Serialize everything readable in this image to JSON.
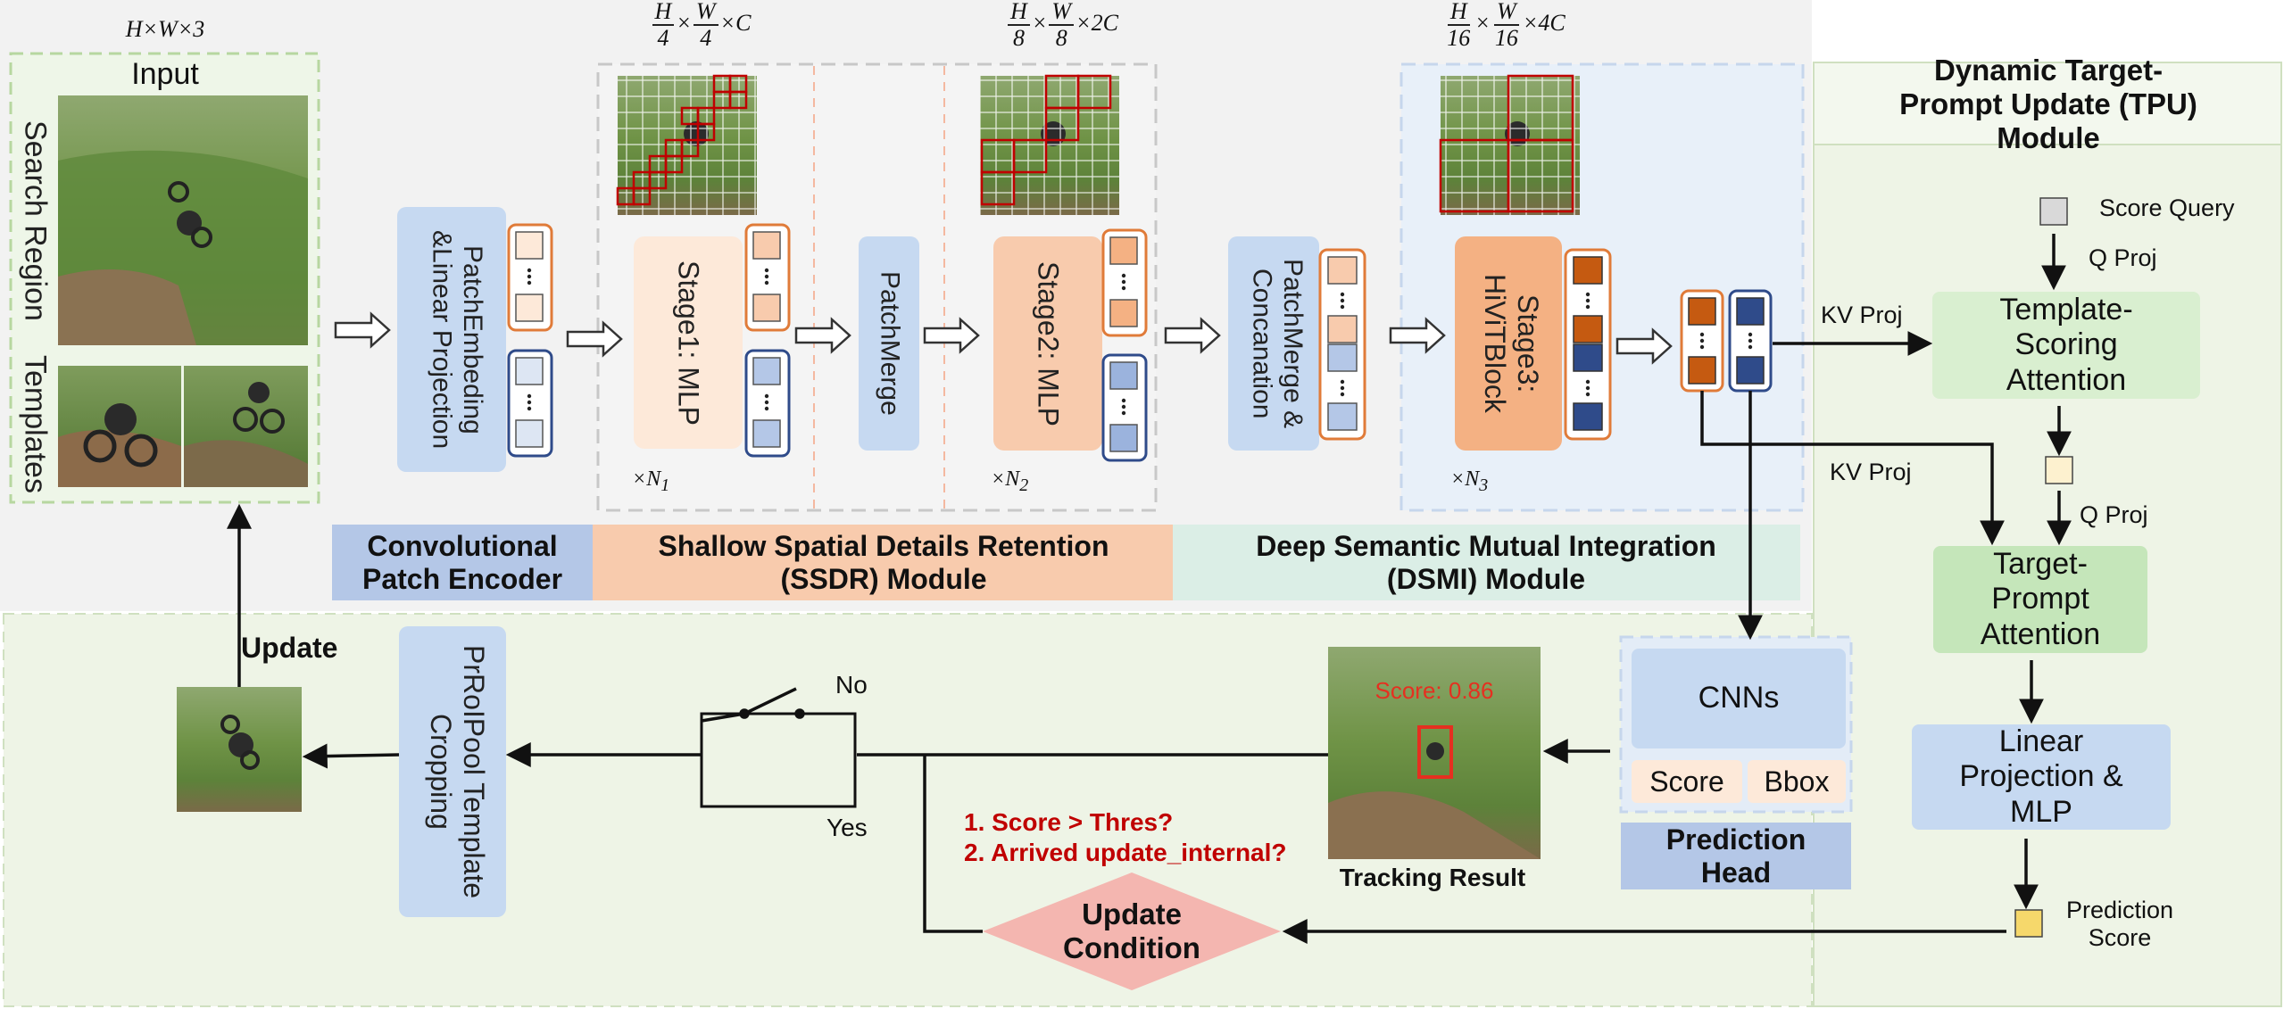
{
  "colors": {
    "blue_box": "#c6d9f1",
    "peach_box": "#f8cbad",
    "light_peach": "#fde9d9",
    "green_box": "#d9efd0",
    "light_green_panel": "#eef5e8",
    "token_orange": "#c55a11",
    "token_navy": "#2f4b8a",
    "token_blue_light": "#9bb3dd",
    "token_orange_light": "#f4b183",
    "dark_red": "#c00000",
    "diamond": "#f4b6b0"
  },
  "dims": {
    "input": "H×W×3",
    "stage1_suffix": "×C",
    "stage2_suffix": "×2C",
    "stage3_suffix": "×4C",
    "h": "H",
    "w": "W",
    "d4": "4",
    "d8": "8",
    "d16": "16",
    "n1": "×N",
    "n1_sub": "1",
    "n2": "×N",
    "n2_sub": "2",
    "n3": "×N",
    "n3_sub": "3"
  },
  "input": {
    "title": "Input",
    "search_region": "Search Region",
    "templates": "Templates"
  },
  "boxes": {
    "patch_embed": "PatchEmbeding &Linear Projection",
    "stage1": "Stage1: MLP",
    "patch_merge": "PatchMerge",
    "stage2": "Stage2: MLP",
    "patch_merge_concat": "PatchMerge & Concanation",
    "stage3": "Stage3: HiViTBlock",
    "prroi": "PrRoIPool Template Cropping"
  },
  "modules": {
    "cpe": "Convolutional Patch Encoder",
    "ssdr": "Shallow Spatial Details Retention (SSDR) Module",
    "dsmi": "Deep Semantic Mutual Integration (DSMI) Module"
  },
  "tpu": {
    "title": "Dynamic Target-Prompt Update (TPU) Module",
    "score_query": "Score Query",
    "q_proj_1": "Q Proj",
    "kv_proj_1": "KV Proj",
    "template_scoring": "Template-Scoring Attention",
    "kv_proj_2": "KV Proj",
    "q_proj_2": "Q Proj",
    "target_prompt": "Target-Prompt Attention",
    "linear_proj": "Linear Projection & MLP",
    "prediction_score": "Prediction Score"
  },
  "head": {
    "cnns": "CNNs",
    "score": "Score",
    "bbox": "Bbox",
    "title": "Prediction Head"
  },
  "tracking": {
    "score_overlay": "Score: 0.86",
    "caption": "Tracking Result"
  },
  "update": {
    "label": "Update",
    "no": "No",
    "yes": "Yes",
    "cond1": "1. Score > Thres?",
    "cond2": "2. Arrived update_internal?",
    "condition": "Update Condition"
  }
}
